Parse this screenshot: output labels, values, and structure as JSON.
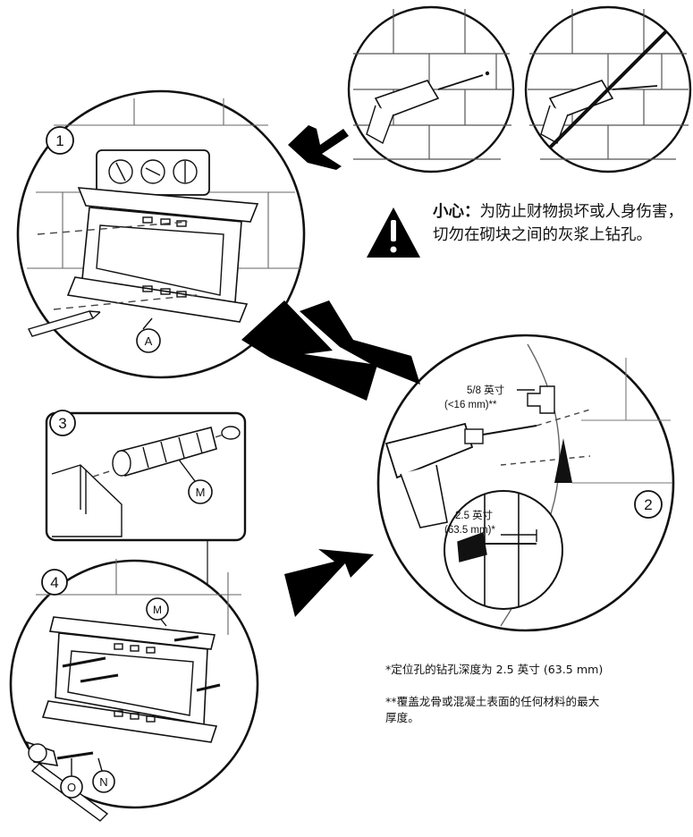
{
  "steps": {
    "step1": "1",
    "step2": "2",
    "step3": "3",
    "step4": "4"
  },
  "parts": {
    "A": "A",
    "M": "M",
    "N": "N",
    "O": "O"
  },
  "caution": {
    "title": "小心：",
    "text": "为防止财物损坏或人身伤害，切勿在砌块之间的灰浆上钻孔。"
  },
  "dimensions": {
    "face_depth_line1": "5/8 英寸",
    "face_depth_line2": "(<16 mm)**",
    "pilot_depth_line1": "2.5 英寸",
    "pilot_depth_line2": "(63.5 mm)*"
  },
  "footnotes": {
    "note1": "*定位孔的钻孔深度为 2.5 英寸 (63.5 mm)",
    "note2": "**覆盖龙骨或混凝土表面的任何材料的最大\n 厚度。"
  },
  "icons": [
    "warning-triangle-icon",
    "correct-drilling-icon",
    "no-drilling-in-mortar-icon",
    "arrow-icon"
  ],
  "colors": {
    "ink": "#111111",
    "fill": "#ffffff",
    "arrow": "#000000"
  }
}
